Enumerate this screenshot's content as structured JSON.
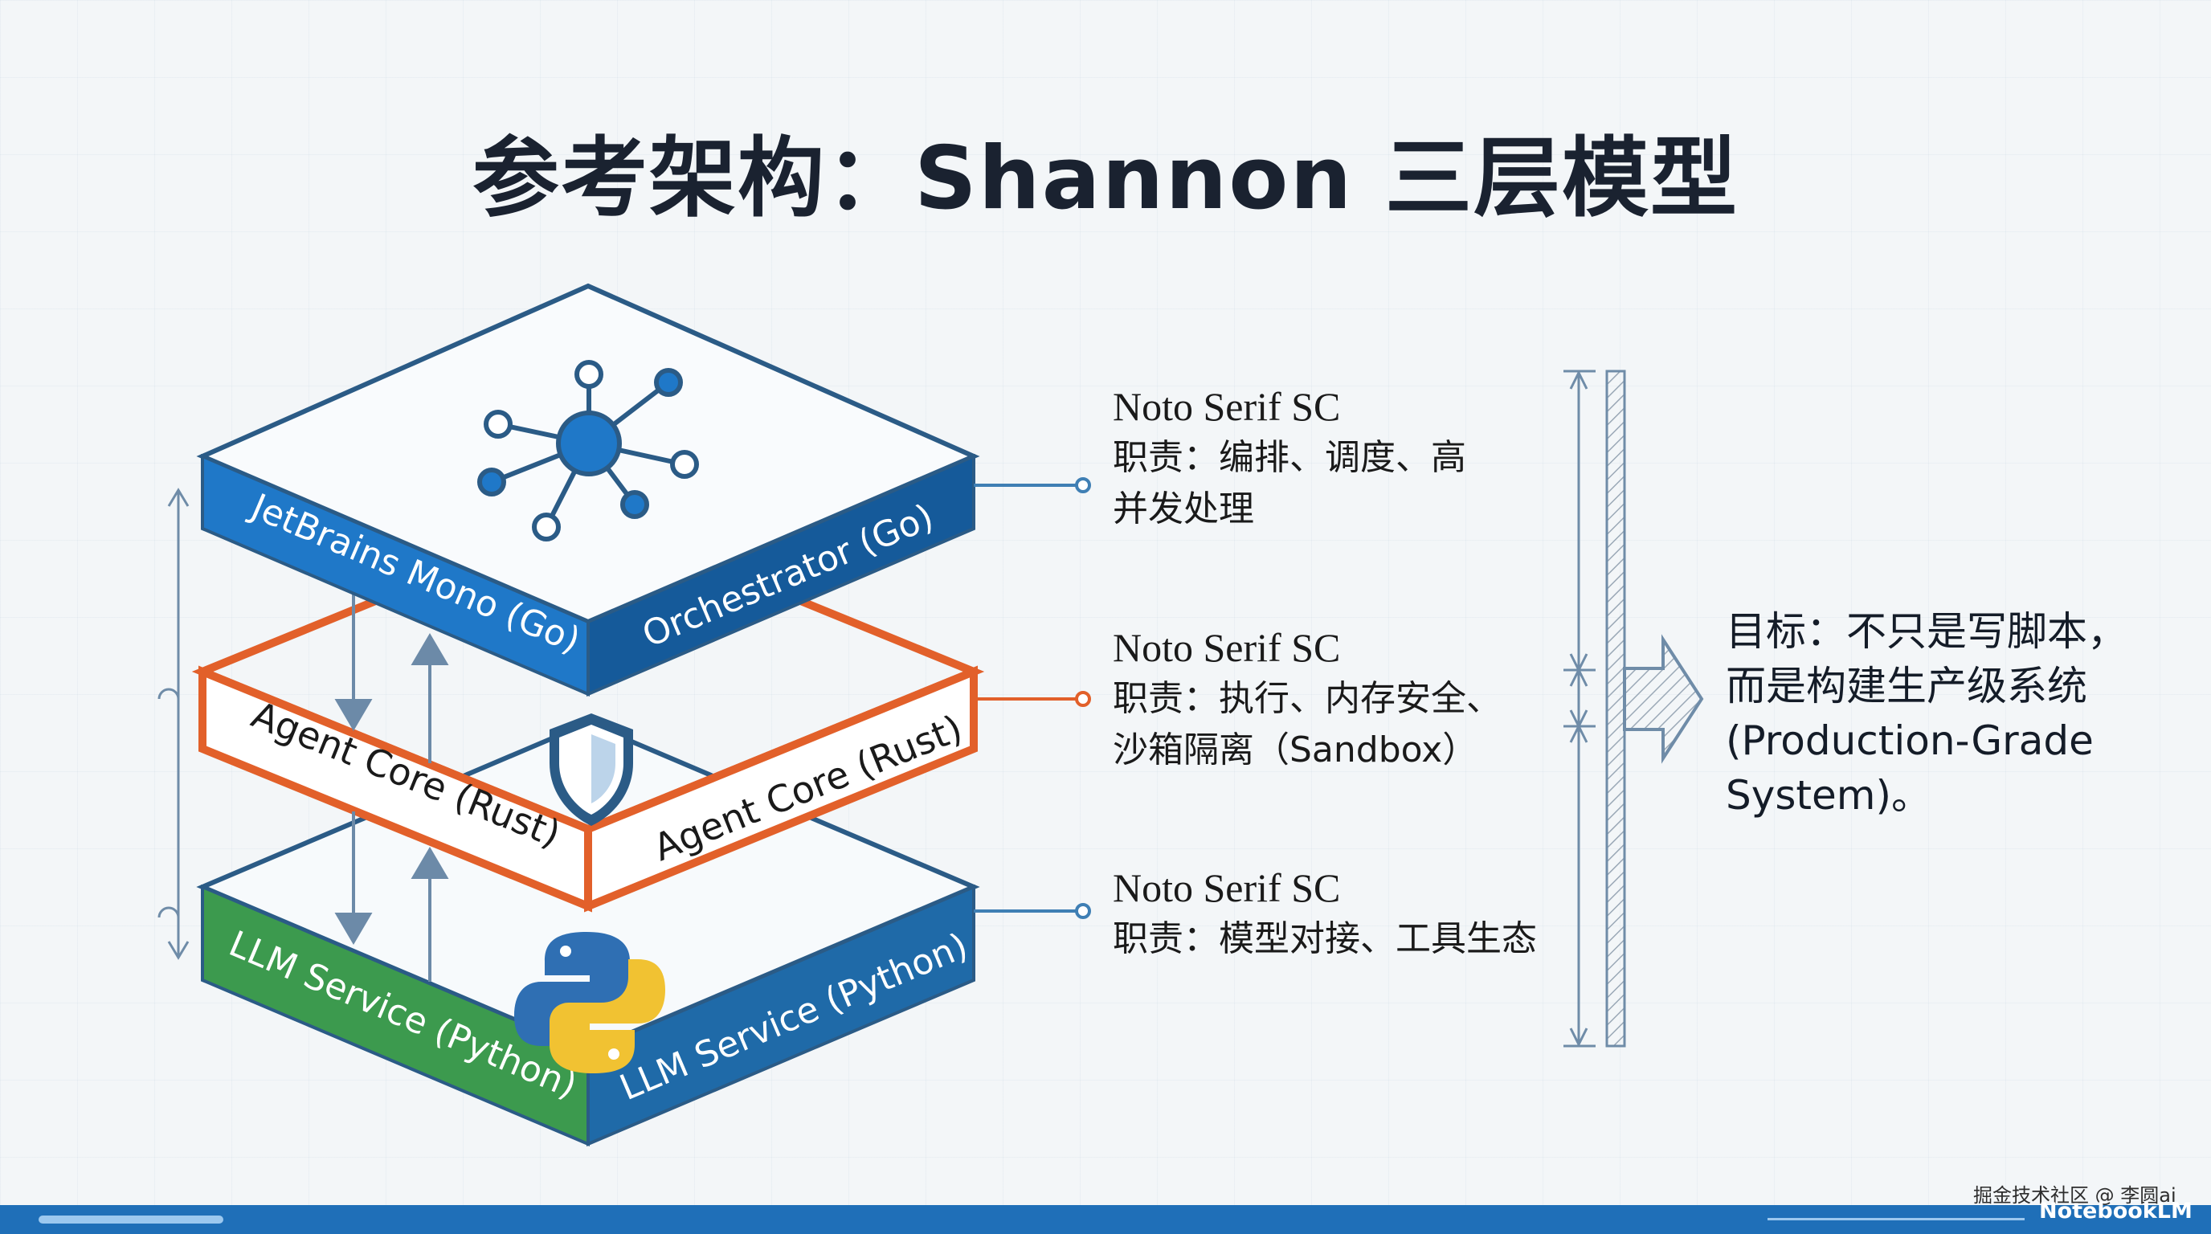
{
  "title": "参考架构：Shannon 三层模型",
  "layers": {
    "top": {
      "left_label": "JetBrains Mono (Go)",
      "right_label": "Orchestrator (Go)",
      "color": "#1f78c8",
      "color_dark": "#155a9a"
    },
    "middle": {
      "left_label": "Agent Core (Rust)",
      "right_label": "Agent Core (Rust)",
      "color": "#e2602a"
    },
    "bottom": {
      "left_label": "LLM Service (Python)",
      "right_label": "LLM Service (Python)",
      "color": "#3c9a4e",
      "color_dark": "#1f6aa8"
    }
  },
  "descriptions": [
    {
      "font_label": "Noto Serif SC",
      "duty_line1": "职责：编排、调度、高",
      "duty_line2": "并发处理"
    },
    {
      "font_label": "Noto Serif SC",
      "duty_line1": "职责：执行、内存安全、",
      "duty_line2": "沙箱隔离（Sandbox）"
    },
    {
      "font_label": "Noto Serif SC",
      "duty_line1": "职责：模型对接、工具生态",
      "duty_line2": ""
    }
  ],
  "goal": {
    "line1": "目标：不只是写脚本，",
    "line2": "而是构建生产级系统",
    "line3": "(Production-Grade",
    "line4": "System)。"
  },
  "icons": [
    "network-hub-icon",
    "shield-icon",
    "python-logo-icon",
    "double-arrow-icon",
    "right-arrow-icon"
  ],
  "watermark": "掘金技术社区 @ 李圆ai",
  "brand": "NotebookLM"
}
